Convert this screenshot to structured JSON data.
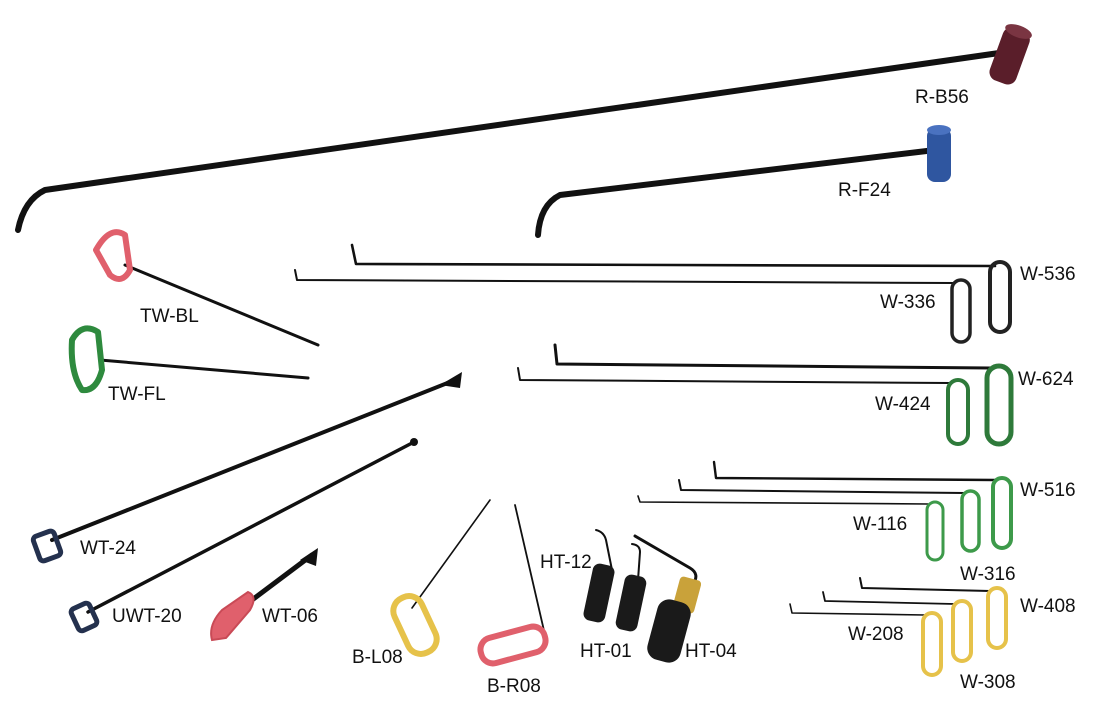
{
  "labels": {
    "r_b56": "R-B56",
    "r_f24": "R-F24",
    "w_536": "W-536",
    "w_336": "W-336",
    "tw_bl": "TW-BL",
    "tw_fl": "TW-FL",
    "w_624": "W-624",
    "w_424": "W-424",
    "w_516": "W-516",
    "w_116": "W-116",
    "w_316": "W-316",
    "wt_24": "WT-24",
    "ht_12": "HT-12",
    "w_408": "W-408",
    "w_208": "W-208",
    "uwt_20": "UWT-20",
    "wt_06": "WT-06",
    "ht_01": "HT-01",
    "ht_04": "HT-04",
    "b_l08": "B-L08",
    "b_r08": "B-R08",
    "w_308": "W-308"
  },
  "colors": {
    "background": "#ffffff",
    "rod": "#111111",
    "maroon_handle": "#5a1e2a",
    "blue_handle": "#2f56a0",
    "pink_handle": "#e0606c",
    "green_handle": "#2e8a3e",
    "light_green_handle": "#3d9a4a",
    "navy_handle": "#24314e",
    "yellow_handle": "#e6c24a",
    "black_handle": "#1a1a1a"
  }
}
